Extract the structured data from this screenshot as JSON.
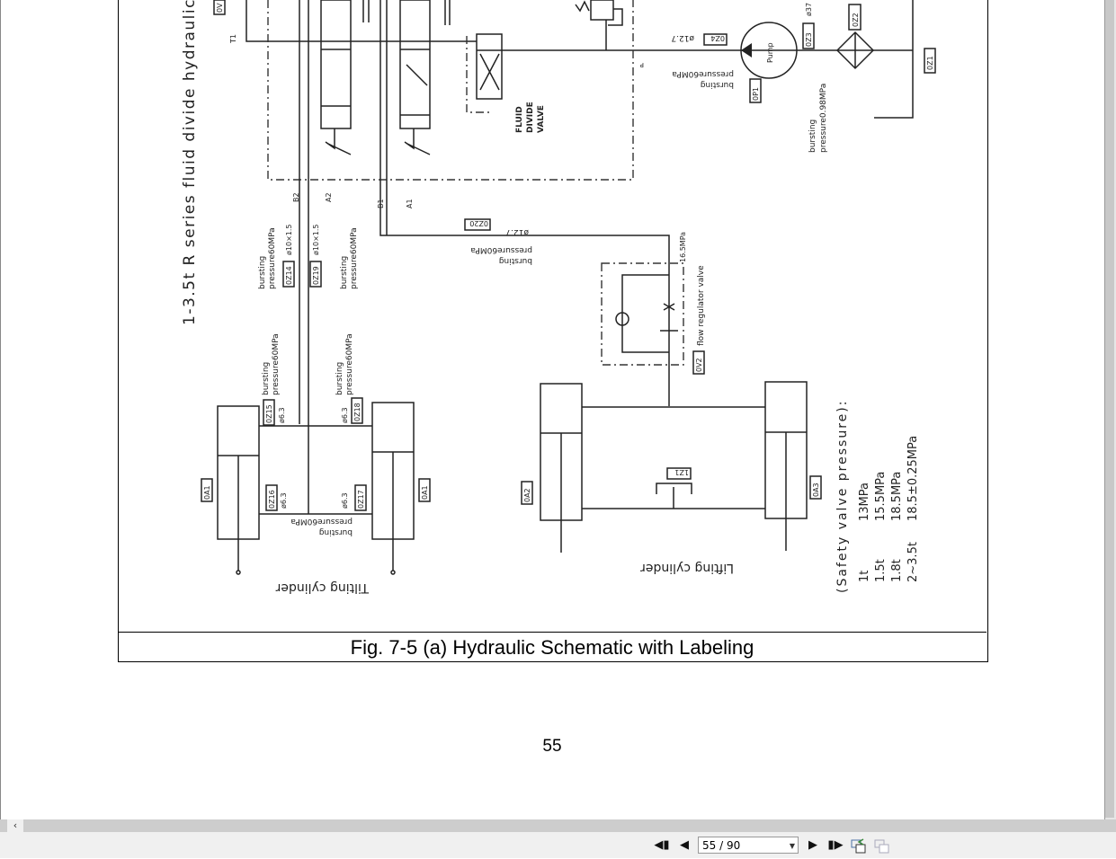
{
  "document": {
    "figure": {
      "title": "1-3.5t R series fluid divide hydraulic :",
      "caption": "Fig. 7-5 (a) Hydraulic Schematic with Labeling",
      "labels": {
        "t1": "T1",
        "b2": "B2",
        "a2": "A2",
        "b1": "B1",
        "a1": "A1",
        "p": "P",
        "fluid_divide_valve": [
          "FLUID",
          "DIVIDE",
          "VALVE"
        ],
        "pump": "Pump",
        "code_0v": "0V",
        "code_0z4": "0Z4",
        "code_0z3": "0Z3",
        "code_0z2": "0Z2",
        "code_0z1": "0Z1",
        "code_0p1": "0P1",
        "code_0z20": "0Z20",
        "code_0z14": "0Z14",
        "code_0z19": "0Z19",
        "code_0z15": "0Z15",
        "code_0z18": "0Z18",
        "code_0z16": "0Z16",
        "code_0z17": "0Z17",
        "code_0a1": "0A1",
        "code_0a2": "0A2",
        "code_0a3": "0A3",
        "code_0v2": "0V2",
        "code_1z1": "1Z1",
        "dia_127_a": "ø12.7",
        "dia_127_b": "ø12.7",
        "dia_37": "ø37",
        "dia_10a": "ø10×1.5",
        "dia_10b": "ø10×1.5",
        "dia_63a": "ø6.3",
        "dia_63b": "ø6.3",
        "dia_63c": "ø6.3",
        "dia_63d": "ø6.3",
        "bursting": "bursting",
        "bursting_60": "pressure60MPa",
        "bursting_098": "pressure0.98MPa",
        "flow_regulator": "flow regulator valve",
        "flow_pressure": "16.5MPa",
        "tilting_cylinder": "Tilting cylinder",
        "lifting_cylinder": "Lifting cylinder"
      },
      "safety_valve": {
        "heading": "(Safety valve pressure):",
        "rows": [
          {
            "capacity": "1t",
            "pressure": "13MPa"
          },
          {
            "capacity": "1.5t",
            "pressure": "15.5MPa"
          },
          {
            "capacity": "1.8t",
            "pressure": "18.5MPa"
          },
          {
            "capacity": "2~3.5t",
            "pressure": "18.5±0.25MPa"
          }
        ]
      }
    },
    "page_number": "55"
  },
  "toolbar": {
    "page_indicator": "55 / 90",
    "icons": [
      "first-page-icon",
      "previous-page-icon",
      "next-page-icon",
      "last-page-icon",
      "previous-view-icon",
      "next-view-icon"
    ]
  }
}
